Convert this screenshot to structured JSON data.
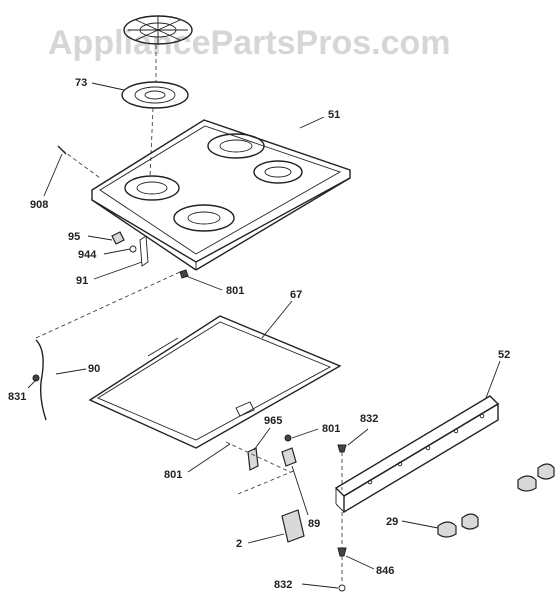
{
  "watermark": "AppliancePartsPros.com",
  "labels": {
    "l73": "73",
    "l51": "51",
    "l908": "908",
    "l95": "95",
    "l944": "944",
    "l91": "91",
    "l801a": "801",
    "l67": "67",
    "l90": "90",
    "l831": "831",
    "l52": "52",
    "l832a": "832",
    "l801b": "801",
    "l965": "965",
    "l801c": "801",
    "l89": "89",
    "l29": "29",
    "l2": "2",
    "l846": "846",
    "l832b": "832"
  }
}
